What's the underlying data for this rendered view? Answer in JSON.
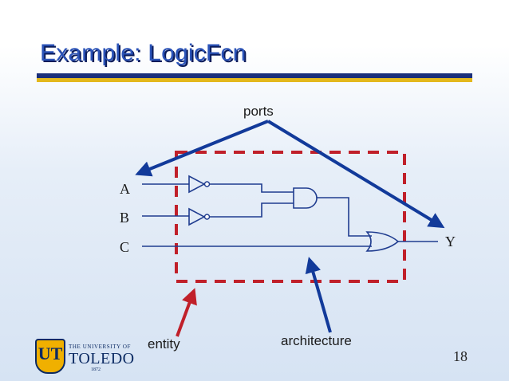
{
  "slide": {
    "title": "Example:  LogicFcn",
    "page_number": "18"
  },
  "diagram": {
    "labels": {
      "ports": "ports",
      "entity": "entity",
      "architecture": "architecture"
    },
    "inputs": [
      "A",
      "B",
      "C"
    ],
    "output": "Y"
  },
  "logo": {
    "shield_text": "UT",
    "line1": "THE UNIVERSITY OF",
    "line2": "TOLEDO",
    "line3": "1872"
  },
  "colors": {
    "title": "#2b53b8",
    "title_shadow": "#0a1b5a",
    "rule_navy": "#1a2f7a",
    "rule_gold": "#e3b81c",
    "circuit": "#1f3c8f",
    "entity_box": "#c0202a",
    "port_arrows": "#123a9a"
  }
}
